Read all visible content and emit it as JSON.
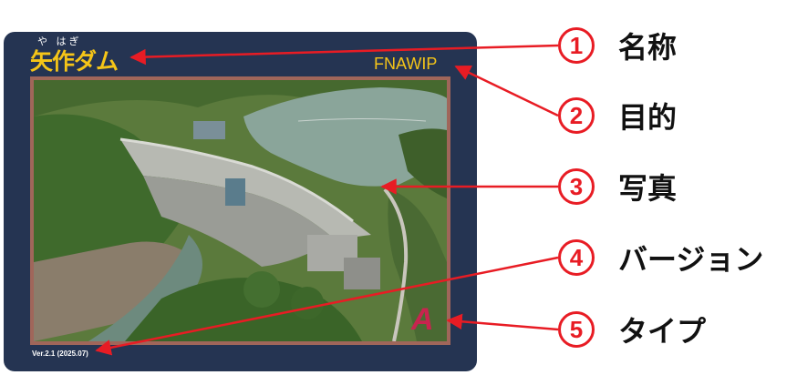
{
  "card": {
    "furigana": "や はぎ",
    "dam_name": "矢作ダム",
    "purpose_code": "FNAWIP",
    "version": "Ver.2.1 (2025.07)",
    "type_letter": "A"
  },
  "legend": [
    {
      "number": "1",
      "label": "名称"
    },
    {
      "number": "2",
      "label": "目的"
    },
    {
      "number": "3",
      "label": "写真"
    },
    {
      "number": "4",
      "label": "バージョン"
    },
    {
      "number": "5",
      "label": "タイプ"
    }
  ],
  "colors": {
    "card_background": "#253452",
    "name_text": "#f5c518",
    "photo_border": "#a0665a",
    "arrow": "#e81c24",
    "type_letter": "#c8244f"
  }
}
